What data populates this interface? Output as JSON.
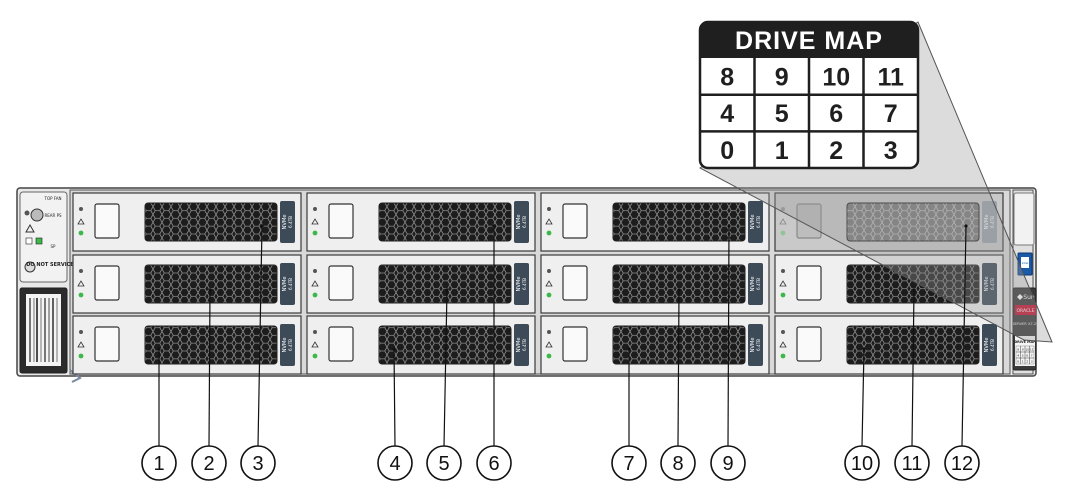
{
  "drive_map": {
    "title": "DRIVE MAP",
    "rows": [
      [
        "8",
        "9",
        "10",
        "11"
      ],
      [
        "4",
        "5",
        "6",
        "7"
      ],
      [
        "0",
        "1",
        "2",
        "3"
      ]
    ]
  },
  "callouts": [
    "1",
    "2",
    "3",
    "4",
    "5",
    "6",
    "7",
    "8",
    "9",
    "10",
    "11",
    "12"
  ],
  "drive_label": "NVMe",
  "drive_capacity": "6.4TB",
  "left_panel": {
    "top_fan": "TOP FAN",
    "rear_ps": "REAR PS",
    "sp": "SP",
    "do_not_service": "DO NOT SERVICE"
  },
  "right_panel": {
    "brand_sun": "Sun",
    "brand_oracle": "ORACLE",
    "model": "SERVER X7-2L",
    "mini_map_title": "DRIVE MAP",
    "mini_map_rows": [
      [
        "8",
        "9",
        "10",
        "11"
      ],
      [
        "4",
        "5",
        "6",
        "7"
      ],
      [
        "0",
        "1",
        "2",
        "3"
      ]
    ],
    "cpu_badge": "intel"
  },
  "colors": {
    "chassis": "#e6e6e6",
    "grille_dark": "#1c1c1c",
    "map_header": "#1f1f1f",
    "led_green": "#3db84a",
    "oracle_red": "#c8102e",
    "intel_blue": "#1a5aa8"
  }
}
